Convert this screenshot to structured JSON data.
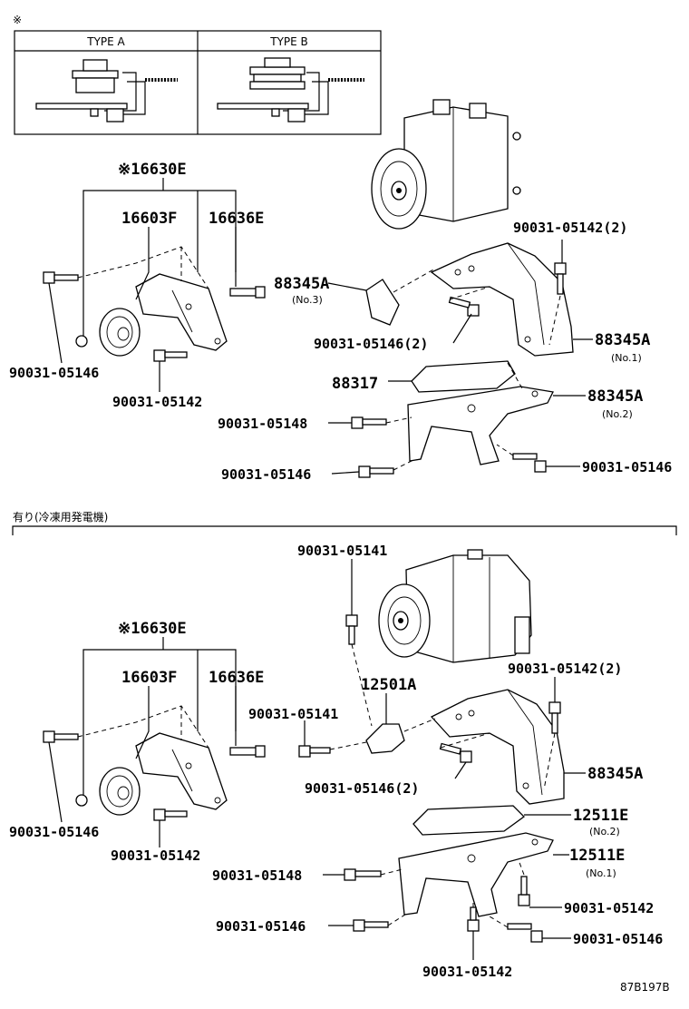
{
  "legend": {
    "mark": "※",
    "type_a": "TYPE A",
    "type_b": "TYPE B"
  },
  "section_top": {
    "assembly": "※16630E",
    "l16603f": "16603F",
    "l16636e": "16636E",
    "bolt_left": "90031-05146",
    "bolt_mid": "90031-05142",
    "l88345a_no3": "88345A",
    "no3": "(No.3)",
    "bolt_146_2": "90031-05146(2)",
    "bolt_142_2": "90031-05142(2)",
    "l88345a_no1": "88345A",
    "no1": "(No.1)",
    "l88317": "88317",
    "l88345a_no2": "88345A",
    "no2": "(No.2)",
    "bolt_148": "90031-05148",
    "bolt_146_low": "90031-05146",
    "bolt_146_right": "90031-05146"
  },
  "section_bottom": {
    "header": "有り(冷凍用発電機)",
    "assembly": "※16630E",
    "l16603f": "16603F",
    "l16636e": "16636E",
    "bolt_141_top": "90031-05141",
    "bolt_142_2": "90031-05142(2)",
    "l12501a": "12501A",
    "bolt_141_mid": "90031-05141",
    "bolt_146_2": "90031-05146(2)",
    "l88345a": "88345A",
    "l12511e_no2": "12511E",
    "no2": "(No.2)",
    "l12511e_no1": "12511E",
    "no1": "(No.1)",
    "bolt_left": "90031-05146",
    "bolt_mid": "90031-05142",
    "bolt_148": "90031-05148",
    "bolt_146_low": "90031-05146",
    "bolt_142_right": "90031-05142",
    "bolt_146_right": "90031-05146",
    "bolt_142_bottom": "90031-05142"
  },
  "figure_code": "87B197B"
}
